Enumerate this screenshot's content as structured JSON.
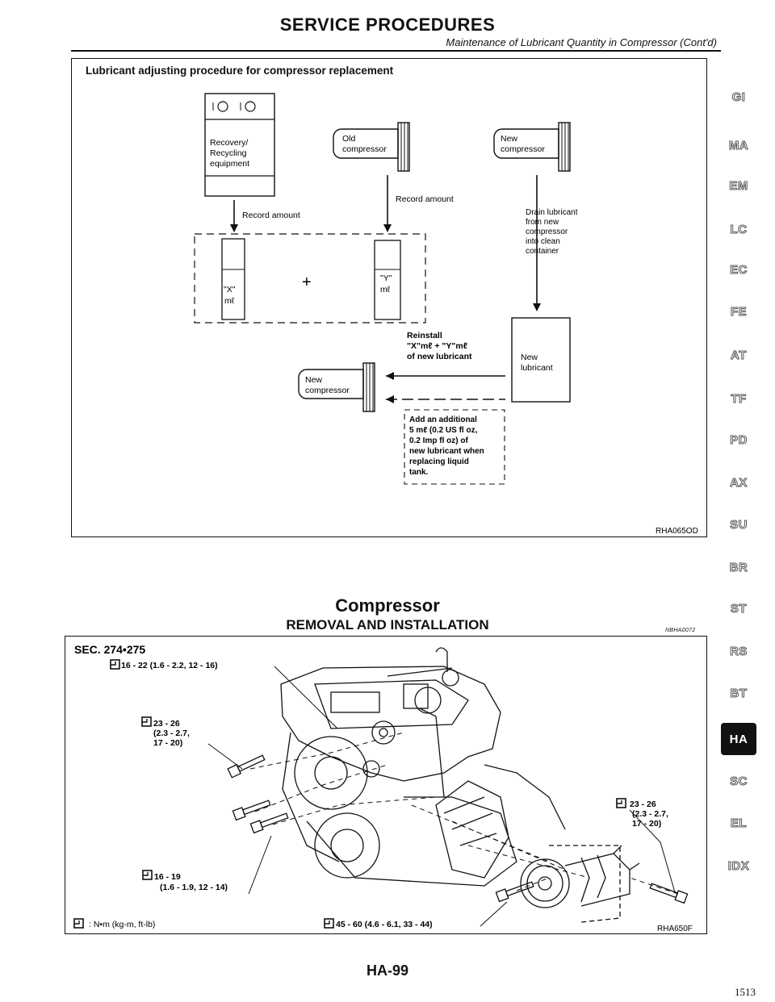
{
  "header": {
    "title": "SERVICE PROCEDURES",
    "subtitle": "Maintenance of Lubricant Quantity in Compressor (Cont'd)"
  },
  "procedure": {
    "heading": "Lubricant adjusting procedure for compressor replacement",
    "recovery_label": [
      "Recovery/",
      "Recycling",
      "equipment"
    ],
    "old_compressor": [
      "Old",
      "compressor"
    ],
    "new_compressor": [
      "New",
      "compressor"
    ],
    "record_amount_1": "Record amount",
    "record_amount_2": "Record amount",
    "drain_text": [
      "Drain lubricant",
      "from new",
      "compressor",
      "into clean",
      "container"
    ],
    "x_label": "\"X\"",
    "y_label": "\"Y\"",
    "ml": "mℓ",
    "plus": "+",
    "reinstall": [
      "Reinstall",
      "\"X\"mℓ + \"Y\"mℓ",
      "of new lubricant"
    ],
    "new_lubricant": [
      "New",
      "lubricant"
    ],
    "new_compressor_bottom": [
      "New",
      "compressor"
    ],
    "additional": [
      "Add an additional",
      "5 mℓ (0.2 US fl oz,",
      "0.2 Imp fl oz) of",
      "new lubricant when",
      "replacing liquid",
      "tank."
    ],
    "figure_code": "RHA065OD"
  },
  "compressor": {
    "title": "Compressor",
    "subtitle": "REMOVAL AND INSTALLATION",
    "ref_code": "NBHA0072",
    "sec": "SEC. 274•275",
    "torque_1": "16 - 22 (1.6 - 2.2, 12 - 16)",
    "torque_2": [
      "23 - 26",
      "(2.3 - 2.7,",
      "17 - 20)"
    ],
    "torque_3": [
      "16 - 19",
      "(1.6 - 1.9, 12 - 14)"
    ],
    "torque_4": [
      "23 - 26",
      "(2.3 - 2.7,",
      "17 - 20)"
    ],
    "torque_5": "45 - 60 (4.6 - 6.1, 33 - 44)",
    "legend": ": N•m (kg-m, ft-lb)",
    "figure_code": "RHA650F"
  },
  "footer": {
    "page_label": "HA-99",
    "page_number": "1513"
  },
  "nav": [
    "GI",
    "MA",
    "EM",
    "LC",
    "EC",
    "FE",
    "AT",
    "TF",
    "PD",
    "AX",
    "SU",
    "BR",
    "ST",
    "RS",
    "BT",
    "HA",
    "SC",
    "EL",
    "IDX"
  ],
  "nav_active": "HA"
}
